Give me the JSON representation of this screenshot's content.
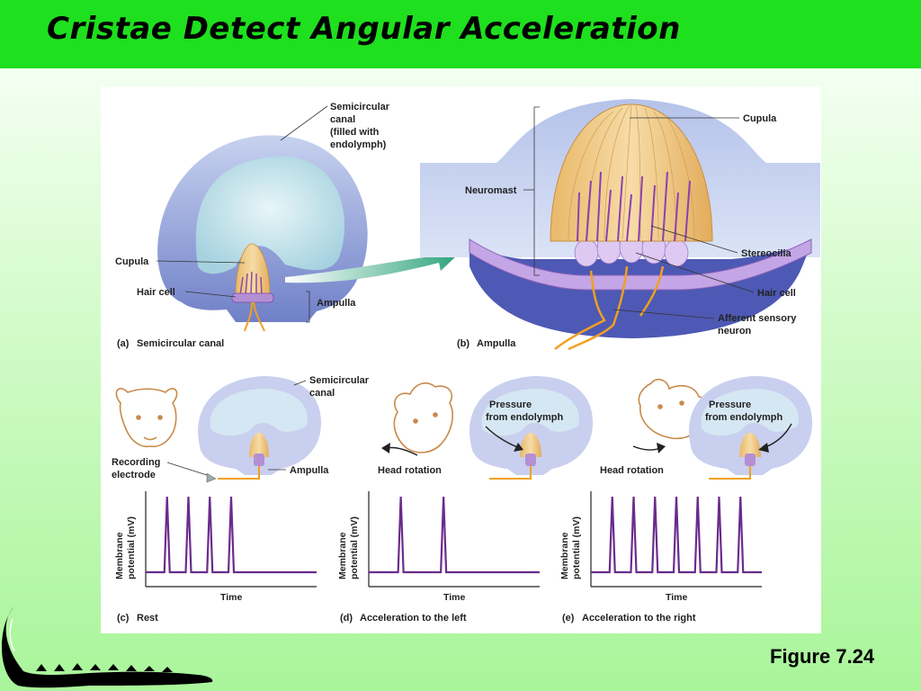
{
  "title": "Cristae Detect Angular Acceleration",
  "figure_number": "Figure 7.24",
  "panel_a": {
    "canal_label": [
      "Semicircular",
      "canal",
      "(filled with",
      "endolymph)"
    ],
    "cupula": "Cupula",
    "hair_cell": "Hair cell",
    "ampulla": "Ampulla",
    "caption_letter": "(a)",
    "caption": "Semicircular canal"
  },
  "panel_b": {
    "cupula": "Cupula",
    "neuromast": "Neuromast",
    "stereocilia": "Stereocilia",
    "hair_cell": "Hair cell",
    "afferent": [
      "Afferent sensory",
      "neuron"
    ],
    "caption_letter": "(b)",
    "caption": "Ampulla"
  },
  "panel_c": {
    "canal_label": [
      "Semicircular",
      "canal"
    ],
    "electrode_label": [
      "Recording",
      "electrode"
    ],
    "ampulla": "Ampulla",
    "caption_letter": "(c)",
    "caption": "Rest"
  },
  "panel_d": {
    "pressure": [
      "Pressure",
      "from endolymph"
    ],
    "head_rotation": "Head rotation",
    "caption_letter": "(d)",
    "caption": "Acceleration to the left"
  },
  "panel_e": {
    "pressure": [
      "Pressure",
      "from endolymph"
    ],
    "head_rotation": "Head rotation",
    "caption_letter": "(e)",
    "caption": "Acceleration to the right"
  },
  "graph_axes": {
    "y_label": [
      "Membrane",
      "potential (mV)"
    ],
    "x_label": "Time"
  },
  "colors": {
    "title_bar": "#1ee01e",
    "spike": "#6a2c8c",
    "endolymph": "#cde9ef",
    "canal_wall": "#9aaede"
  },
  "chart_data": [
    {
      "type": "line",
      "title": "Rest",
      "description_label": "(c) Rest",
      "spike_count": 4,
      "spike_times": [
        1,
        2,
        3,
        4
      ],
      "xlabel": "Time",
      "ylabel": "Membrane potential (mV)"
    },
    {
      "type": "line",
      "title": "Acceleration to the left",
      "description_label": "(d) Acceleration to the left",
      "spike_count": 2,
      "spike_times": [
        1.5,
        3.5
      ],
      "xlabel": "Time",
      "ylabel": "Membrane potential (mV)"
    },
    {
      "type": "line",
      "title": "Acceleration to the right",
      "description_label": "(e) Acceleration to the right",
      "spike_count": 7,
      "spike_times": [
        1,
        2,
        3,
        4,
        5,
        6,
        7
      ],
      "xlabel": "Time",
      "ylabel": "Membrane potential (mV)"
    }
  ]
}
